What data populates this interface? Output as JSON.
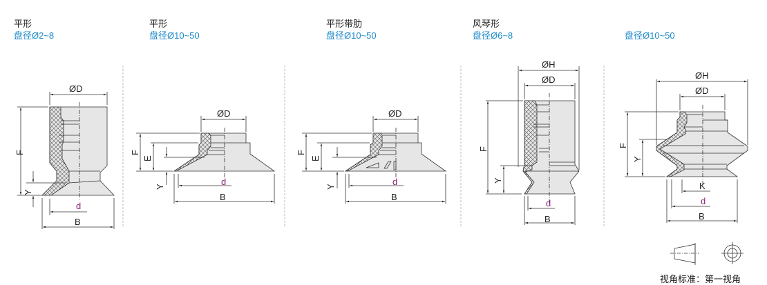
{
  "columns": [
    {
      "type": "平形",
      "range": "盘径Ø2~8"
    },
    {
      "type": "平形",
      "range": "盘径Ø10~50"
    },
    {
      "type": "平形带肋",
      "range": "盘径Ø10~50"
    },
    {
      "type": "风琴形",
      "range": "盘径Ø6~8"
    },
    {
      "type": "",
      "range": "盘径Ø10~50"
    }
  ],
  "dims": {
    "D": "ØD",
    "H": "ØH",
    "F": "F",
    "E": "E",
    "Y": "Y",
    "d": "d",
    "B": "B",
    "K": "K"
  },
  "projection": {
    "caption": "视角标准：第一视角"
  },
  "colors": {
    "title": "#222222",
    "range": "#1a87c9",
    "d_label": "#8a1f7a",
    "body_fill": "#e6e6e6",
    "divider": "#bbbbbb"
  }
}
